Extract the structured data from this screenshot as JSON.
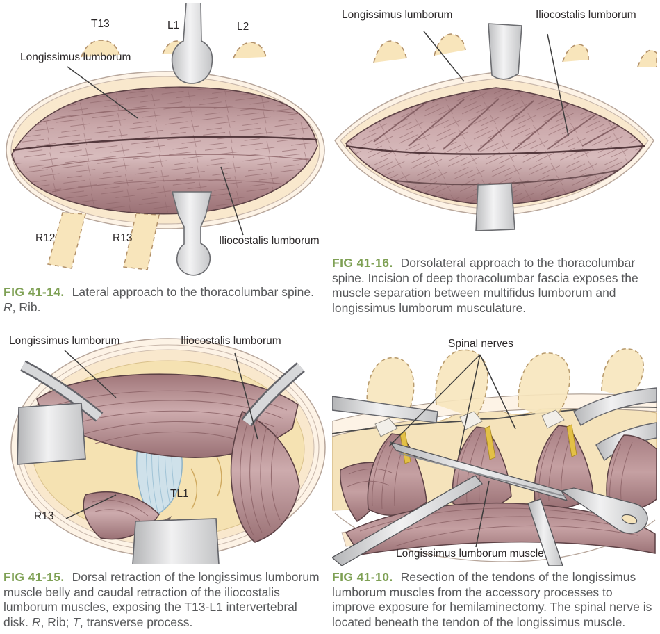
{
  "colors": {
    "caption_label_green": "#7ea054",
    "caption_text_gray": "#57585a",
    "annotation_text": "#2a2627",
    "muscle_mauve": "#bb9295",
    "muscle_fiber": "#8c6367",
    "muscle_outline": "#5c4145",
    "fat_cream": "#f9e8cd",
    "skin_light": "#fdf3e6",
    "bone_tan": "#f5e2b2",
    "process_tan": "#f8e5bb",
    "disk_blue": "#cfe1ea",
    "nerve_yellow": "#e3c046",
    "instrument_steel": "#d9dadc"
  },
  "figures": {
    "fig_41_14": {
      "caption_label": "FIG 41-14.",
      "caption_segments": [
        "Lateral approach to the thoracolumbar spine. ",
        {
          "t": "R",
          "italic": true
        },
        ", Rib."
      ],
      "annotations": {
        "t13": "T13",
        "l1": "L1",
        "l2": "L2",
        "longissimus": "Longissimus lumborum",
        "r12": "R12",
        "r13": "R13",
        "iliocostalis": "Iliocostalis lumborum"
      }
    },
    "fig_41_16": {
      "caption_label": "FIG 41-16.",
      "caption_segments": [
        "Dorsolateral approach to the thoracolumbar spine. Incision of deep thoracolumbar fascia exposes the muscle separation between multifidus lumborum and longissimus lumborum musculature."
      ],
      "annotations": {
        "longissimus": "Longissimus lumborum",
        "iliocostalis": "Iliocostalis lumborum"
      }
    },
    "fig_41_15": {
      "caption_label": "FIG 41-15.",
      "caption_segments": [
        "Dorsal retraction of the longissimus lumborum muscle belly and caudal retraction of the iliocostalis lumborum muscles, exposing the T13-L1 intervertebral disk. ",
        {
          "t": "R",
          "italic": true
        },
        ", Rib; ",
        {
          "t": "T",
          "italic": true
        },
        ", transverse process."
      ],
      "annotations": {
        "longissimus": "Longissimus lumborum",
        "iliocostalis": "Iliocostalis lumborum",
        "r13": "R13",
        "tl1": "TL1"
      }
    },
    "fig_41_10": {
      "caption_label": "FIG 41-10.",
      "caption_segments": [
        "Resection of the tendons of the longissimus lumborum muscles from the accessory processes to improve exposure for hemilaminectomy. The spinal nerve is located beneath the tendon of the longissimus muscle."
      ],
      "annotations": {
        "spinal_nerves": "Spinal nerves",
        "longissimus_muscle": "Longissimus lumborum muscle"
      }
    }
  }
}
